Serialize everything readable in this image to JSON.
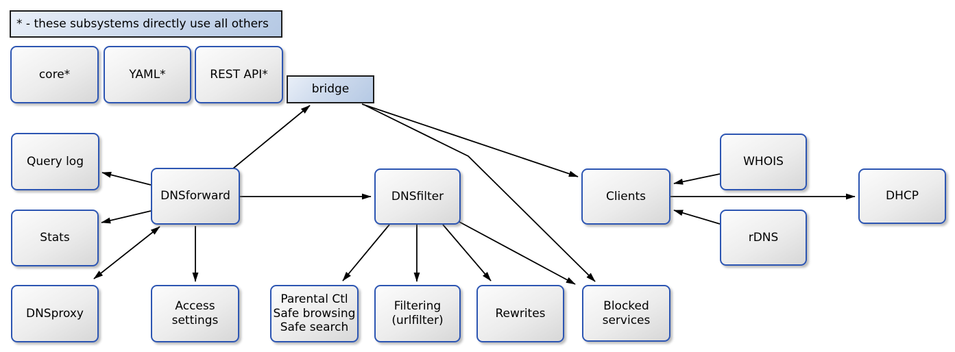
{
  "diagram": {
    "legend": "* - these subsystems directly use all others",
    "nodes": {
      "core": {
        "label": "core*"
      },
      "yaml": {
        "label": "YAML*"
      },
      "restapi": {
        "label": "REST API*"
      },
      "bridge": {
        "label": "bridge"
      },
      "querylog": {
        "label": "Query log"
      },
      "stats": {
        "label": "Stats"
      },
      "dnsproxy": {
        "label": "DNSproxy"
      },
      "dnsforward": {
        "label": "DNSforward"
      },
      "access": {
        "label": "Access\nsettings"
      },
      "parental": {
        "label": "Parental Ctl\nSafe browsing\nSafe search"
      },
      "dnsfilter": {
        "label": "DNSfilter"
      },
      "filtering": {
        "label": "Filtering\n(urlfilter)"
      },
      "rewrites": {
        "label": "Rewrites"
      },
      "blocked": {
        "label": "Blocked\nservices"
      },
      "clients": {
        "label": "Clients"
      },
      "whois": {
        "label": "WHOIS"
      },
      "rdns": {
        "label": "rDNS"
      },
      "dhcp": {
        "label": "DHCP"
      }
    },
    "edges": [
      {
        "from": "DNSforward",
        "to": "Query log",
        "arrow": "single"
      },
      {
        "from": "DNSforward",
        "to": "Stats",
        "arrow": "single"
      },
      {
        "from": "DNSforward",
        "to": "DNSproxy",
        "arrow": "double"
      },
      {
        "from": "DNSforward",
        "to": "Access settings",
        "arrow": "single"
      },
      {
        "from": "DNSforward",
        "to": "bridge",
        "arrow": "single"
      },
      {
        "from": "DNSforward",
        "to": "DNSfilter",
        "arrow": "single"
      },
      {
        "from": "bridge",
        "to": "Clients",
        "arrow": "single"
      },
      {
        "from": "bridge",
        "to": "Blocked services",
        "arrow": "single"
      },
      {
        "from": "DNSfilter",
        "to": "Parental Ctl Safe browsing Safe search",
        "arrow": "single"
      },
      {
        "from": "DNSfilter",
        "to": "Filtering (urlfilter)",
        "arrow": "single"
      },
      {
        "from": "DNSfilter",
        "to": "Rewrites",
        "arrow": "single"
      },
      {
        "from": "DNSfilter",
        "to": "Blocked services",
        "arrow": "single"
      },
      {
        "from": "Clients",
        "to": "DHCP",
        "arrow": "single"
      },
      {
        "from": "WHOIS",
        "to": "Clients",
        "arrow": "single"
      },
      {
        "from": "rDNS",
        "to": "Clients",
        "arrow": "single"
      }
    ],
    "colors": {
      "node_border": "#2c55b2",
      "node_fill_top": "#fcfcfc",
      "node_fill_bottom": "#d7d7d7",
      "blue_fill_start": "#e9eff8",
      "blue_fill_end": "#b5c9e4",
      "blue_border": "#1c1c1c",
      "edge": "#000000",
      "text": "#000000"
    }
  }
}
